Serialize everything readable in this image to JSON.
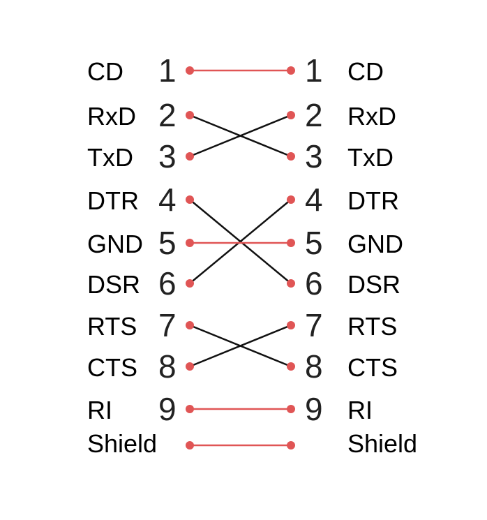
{
  "colors": {
    "straight": "#e05555",
    "cross": "#111111",
    "dot": "#e05555",
    "text": "#000000"
  },
  "left": [
    {
      "signal": "CD",
      "pin": "1"
    },
    {
      "signal": "RxD",
      "pin": "2"
    },
    {
      "signal": "TxD",
      "pin": "3"
    },
    {
      "signal": "DTR",
      "pin": "4"
    },
    {
      "signal": "GND",
      "pin": "5"
    },
    {
      "signal": "DSR",
      "pin": "6"
    },
    {
      "signal": "RTS",
      "pin": "7"
    },
    {
      "signal": "CTS",
      "pin": "8"
    },
    {
      "signal": "RI",
      "pin": "9"
    },
    {
      "signal": "Shield",
      "pin": ""
    }
  ],
  "right": [
    {
      "signal": "CD",
      "pin": "1"
    },
    {
      "signal": "RxD",
      "pin": "2"
    },
    {
      "signal": "TxD",
      "pin": "3"
    },
    {
      "signal": "DTR",
      "pin": "4"
    },
    {
      "signal": "GND",
      "pin": "5"
    },
    {
      "signal": "DSR",
      "pin": "6"
    },
    {
      "signal": "RTS",
      "pin": "7"
    },
    {
      "signal": "CTS",
      "pin": "8"
    },
    {
      "signal": "RI",
      "pin": "9"
    },
    {
      "signal": "Shield",
      "pin": ""
    }
  ],
  "connections": [
    {
      "from": 1,
      "to": 1,
      "kind": "straight"
    },
    {
      "from": 2,
      "to": 3,
      "kind": "cross"
    },
    {
      "from": 3,
      "to": 2,
      "kind": "cross"
    },
    {
      "from": 4,
      "to": 6,
      "kind": "cross"
    },
    {
      "from": 6,
      "to": 4,
      "kind": "cross"
    },
    {
      "from": 5,
      "to": 5,
      "kind": "straight"
    },
    {
      "from": 7,
      "to": 8,
      "kind": "cross"
    },
    {
      "from": 8,
      "to": 7,
      "kind": "cross"
    },
    {
      "from": 9,
      "to": 9,
      "kind": "straight"
    },
    {
      "from": 10,
      "to": 10,
      "kind": "straight"
    }
  ]
}
